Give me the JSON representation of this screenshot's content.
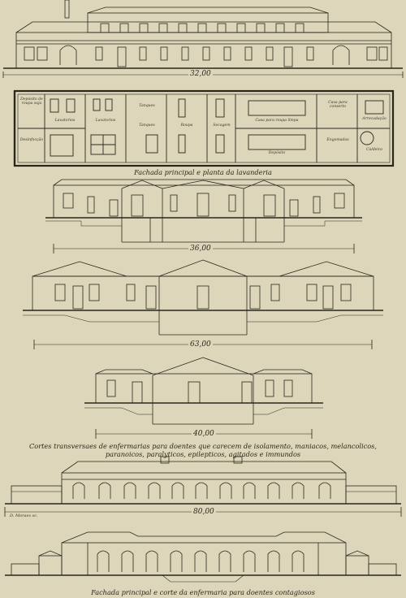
{
  "captions": {
    "laundry": "Fachada principal e planta da lavanderia",
    "sections_line1": "Cortes transversaes de enfermarias para doentes que carecem de isolamento, maniacos, melancolicos,",
    "sections_line2": "paranoicos, paralyticos, epilepticos, agitados e immundos",
    "contagious": "Fachada principal e corte da enfermaria para doentes contagiosos"
  },
  "dimensions": {
    "laundry": "32,00",
    "section_1": "36,00",
    "section_2": "63,00",
    "section_3": "40,00",
    "contagious": "80,00"
  },
  "plan_labels": {
    "r1": "Depósito de roupa suja",
    "r2": "Desinfecção",
    "r3": "Lavatorios",
    "r4": "Lavatorios",
    "r5": "Tanques",
    "r6": "Tanques",
    "r7": "Roupa",
    "r8": "Secagem",
    "r9": "Casa para roupa limpa",
    "r10": "Casa para conserto",
    "r11": "Engomados",
    "r12": "Arrecadação",
    "r13": "Caldeira",
    "r14": "Depósito"
  },
  "signature": "D. Moraes sc."
}
